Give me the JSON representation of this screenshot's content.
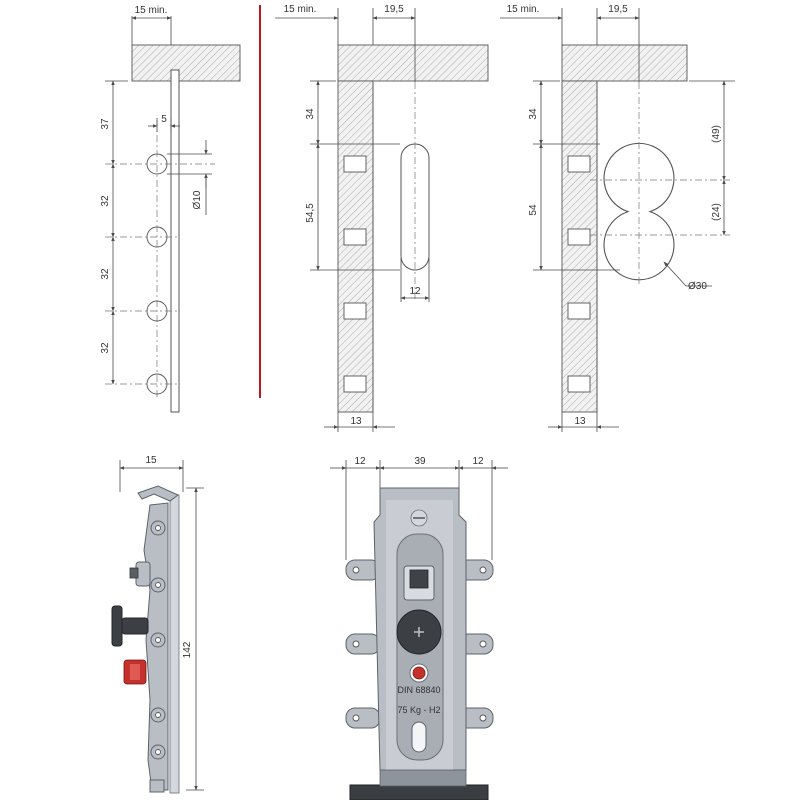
{
  "colors": {
    "separator": "#c0141c",
    "hatch": "#9a9a9a",
    "metal": "#b9bec5",
    "knob": "#3c3f44",
    "red_part": "#c4302b"
  },
  "view1": {
    "top_dim": "15 min.",
    "dim_37": "37",
    "dim_5": "5",
    "dim_32a": "32",
    "dim_32b": "32",
    "dim_32c": "32",
    "dim_dia10": "Ø10"
  },
  "view2": {
    "dim_15min": "15 min.",
    "dim_19_5": "19,5",
    "dim_34": "34",
    "dim_54_5": "54,5",
    "dim_12": "12",
    "dim_13": "13"
  },
  "view3": {
    "dim_15min": "15 min.",
    "dim_19_5": "19,5",
    "dim_34": "34",
    "dim_54": "54",
    "dim_49": "(49)",
    "dim_24": "(24)",
    "dim_dia30": "Ø30",
    "dim_13": "13"
  },
  "side_view": {
    "dim_15": "15",
    "dim_142": "142"
  },
  "front_view": {
    "dim_12_left": "12",
    "dim_39": "39",
    "dim_12_right": "12",
    "label_din": "DIN 68840",
    "label_load": "75 Kg - H2"
  }
}
